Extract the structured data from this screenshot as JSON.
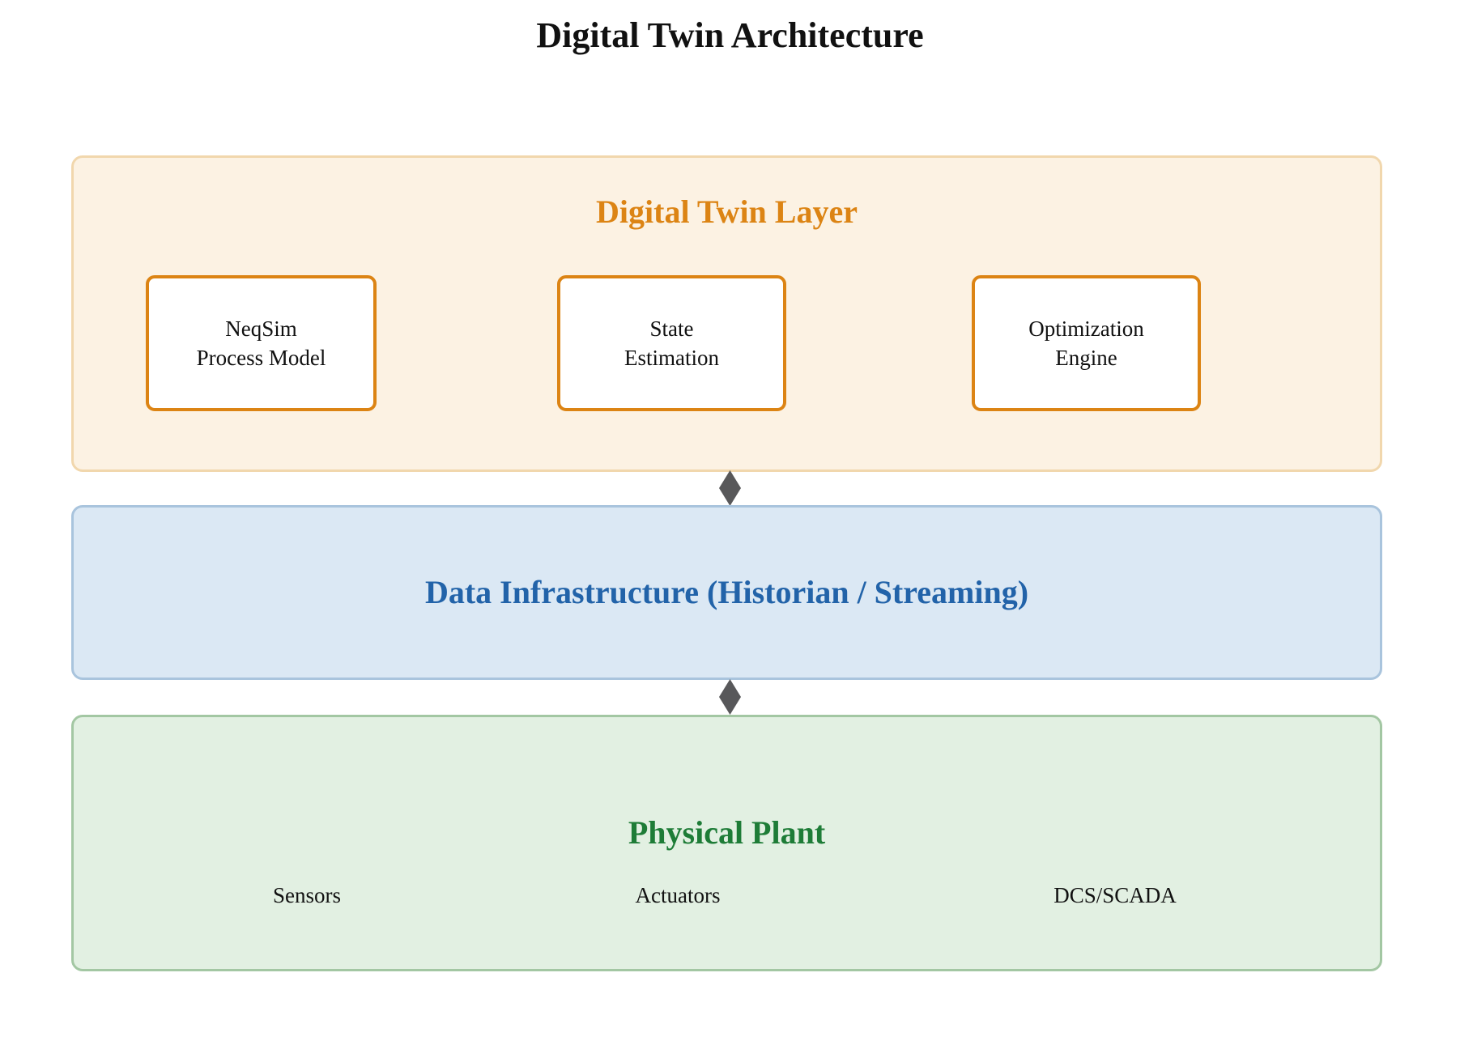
{
  "title": "Digital Twin Architecture",
  "colors": {
    "orange-accent": "#DC8414",
    "peach-fill": "#FCF2E3",
    "peach-border": "#F1D7AD",
    "blue-fill": "#DBE8F4",
    "blue-border": "#A9C4DD",
    "blue-accent": "#2263A9",
    "green-fill": "#E2F0E2",
    "green-border": "#A3C7A3",
    "green-accent": "#1E7C37",
    "connector-gray": "#58585A",
    "text-black": "#111111"
  },
  "digital_twin_layer": {
    "heading": "Digital Twin Layer",
    "boxes": [
      {
        "line1": "NeqSim",
        "line2": "Process Model"
      },
      {
        "line1": "State",
        "line2": "Estimation"
      },
      {
        "line1": "Optimization",
        "line2": "Engine"
      }
    ]
  },
  "data_infrastructure_layer": {
    "heading": "Data Infrastructure (Historian / Streaming)"
  },
  "physical_plant_layer": {
    "heading": "Physical Plant",
    "labels": [
      "Sensors",
      "Actuators",
      "DCS/SCADA"
    ]
  }
}
